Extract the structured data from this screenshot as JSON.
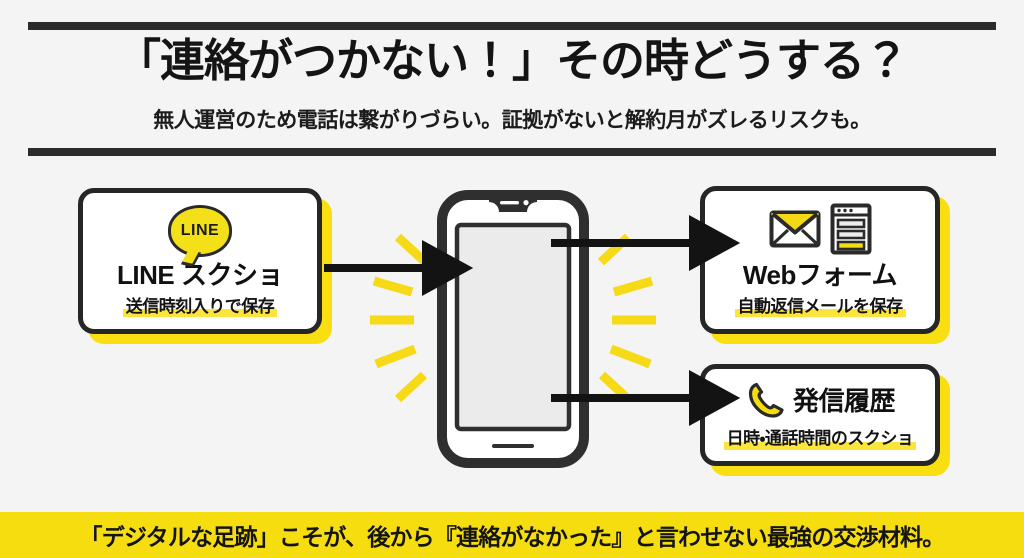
{
  "header": {
    "title": "「連絡がつかない！」その時どうする？",
    "subtitle": "無人運営のため電話は繋がりづらい。証拠がないと解約月がズレるリスクも。"
  },
  "cards": {
    "line": {
      "icon_label": "LINE",
      "title": "LINE スクショ",
      "subtitle": "送信時刻入りで保存"
    },
    "web": {
      "title": "Webフォーム",
      "subtitle": "自動返信メールを保存"
    },
    "call": {
      "title": "発信履歴",
      "subtitle": "日時・通話時間のスクショ"
    }
  },
  "banner": {
    "text": "「デジタルな足跡」こそが、後から『連絡がなかった』と言わせない最強の交渉材料。"
  },
  "colors": {
    "accent_yellow": "#f6dd10",
    "highlight_yellow": "#fbe53d",
    "ink": "#262626",
    "background": "#f4f4f4"
  }
}
